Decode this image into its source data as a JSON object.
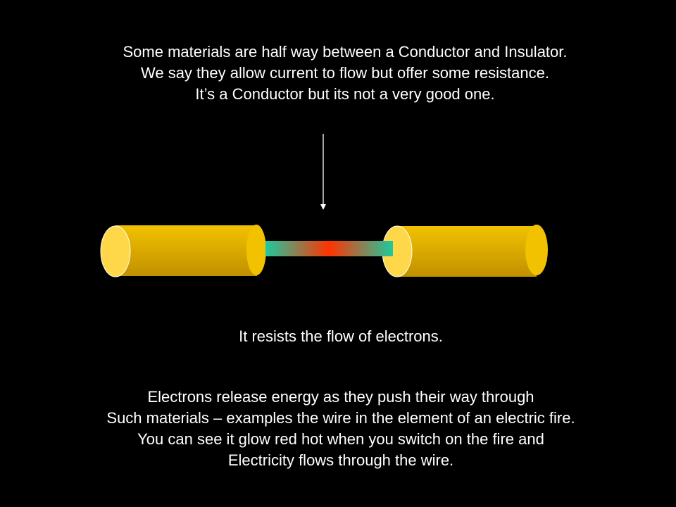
{
  "intro": {
    "lines": [
      "Some materials are half way between a Conductor and Insulator.",
      "We say they allow current to flow but offer some resistance.",
      "It’s a Conductor but its not a very good one."
    ]
  },
  "diagram": {
    "arrow_color": "#ffffff",
    "terminal_color": "#f2c200",
    "terminal_shade": "#c09000",
    "terminal_cap": "#ffd84a",
    "wire_end_color": "#1fc9a0",
    "wire_hot_color": "#ff3300"
  },
  "resist_text": "It resists the flow of electrons.",
  "outro": {
    "lines": [
      "Electrons release energy as they push their way through",
      "Such materials – examples the wire in the element of an electric fire.",
      "You can see it glow red hot when you switch on the fire and",
      "Electricity flows through the wire."
    ]
  }
}
